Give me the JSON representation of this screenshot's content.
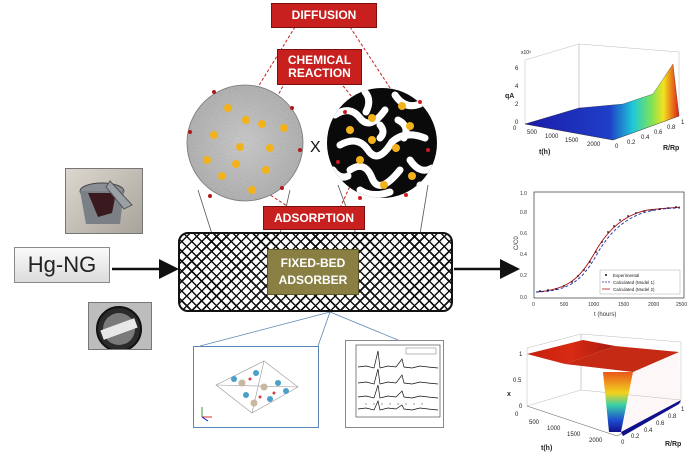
{
  "labels": {
    "diffusion": "DIFFUSION",
    "chemical_reaction_line1": "CHEMICAL",
    "chemical_reaction_line2": "REACTION",
    "adsorption": "ADSORPTION",
    "times_symbol": "X",
    "input_material": "Hg-NG",
    "bed_line1": "FIXED-BED",
    "bed_line2": "ADSORBER"
  },
  "colors": {
    "red_label": "#c8201e",
    "bed_label": "#8a7f43",
    "particle": "#f2b21c"
  },
  "plots": {
    "surface_top": {
      "x_axis": "t(h)",
      "y_axis": "R/Rp",
      "z_axis": "qA",
      "z_scale": "x10³",
      "z_ticks": [
        "6",
        "4",
        "2",
        "0"
      ],
      "t_ticks": [
        "2000",
        "1500",
        "1000",
        "500",
        "0"
      ],
      "r_ticks": [
        "0",
        "0.2",
        "0.4",
        "0.6",
        "0.8",
        "1"
      ]
    },
    "breakthrough": {
      "x_axis": "t (hours)",
      "y_axis": "C/C0",
      "x_ticks": [
        "0",
        "500",
        "1000",
        "1500",
        "2000",
        "2500"
      ],
      "y_ticks": [
        "1.0",
        "0.8",
        "0.6",
        "0.4",
        "0.2",
        "0.0"
      ],
      "legend": [
        "Experimental",
        "Calculated (Model 1)",
        "Calculated (Model 2)"
      ]
    },
    "surface_bottom": {
      "x_axis": "t(h)",
      "y_axis": "R/Rp",
      "z_axis": "x",
      "z_ticks": [
        "1",
        "0.5",
        "0"
      ],
      "t_ticks": [
        "2000",
        "1500",
        "1000",
        "500",
        "0"
      ],
      "r_ticks": [
        "0",
        "0.2",
        "0.4",
        "0.6",
        "0.8",
        "1"
      ]
    }
  }
}
